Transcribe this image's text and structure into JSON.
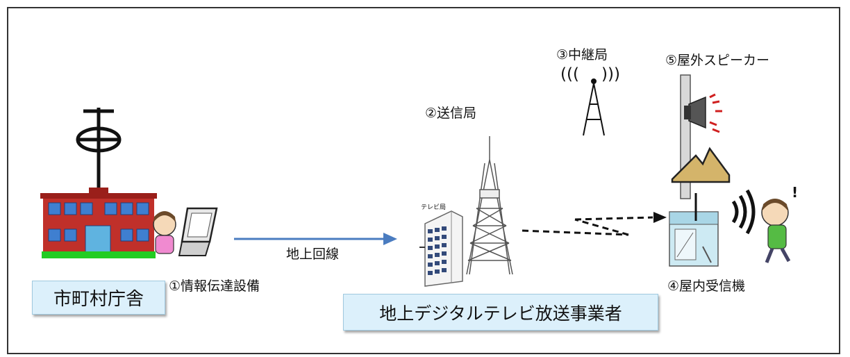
{
  "labels": {
    "municipal_office": "市町村庁舎",
    "info_equipment": "①情報伝達設備",
    "ground_line": "地上回線",
    "transmitting_station": "②送信局",
    "relay_station": "③中継局",
    "outdoor_speaker": "⑤屋外スピーカー",
    "indoor_receiver": "④屋内受信機",
    "broadcaster": "地上デジタルテレビ放送事業者",
    "tv_station_sign": "テレビ局",
    "relay_waves_left": "(((",
    "relay_waves_right": ")))"
  },
  "colors": {
    "building_red": "#c0302a",
    "window_blue": "#3f7fd0",
    "lawn_green": "#22cc22",
    "label_box_bg": "#dcf0fb",
    "line_arrow_blue": "#4a7cc0"
  },
  "icons": [
    "antenna-icon",
    "city-hall-icon",
    "person-with-laptop-icon",
    "tv-tower-icon",
    "tv-station-building-icon",
    "relay-tower-icon",
    "speaker-pole-icon",
    "mountain-icon",
    "indoor-receiver-icon",
    "listening-person-icon",
    "sound-waves-icon"
  ]
}
